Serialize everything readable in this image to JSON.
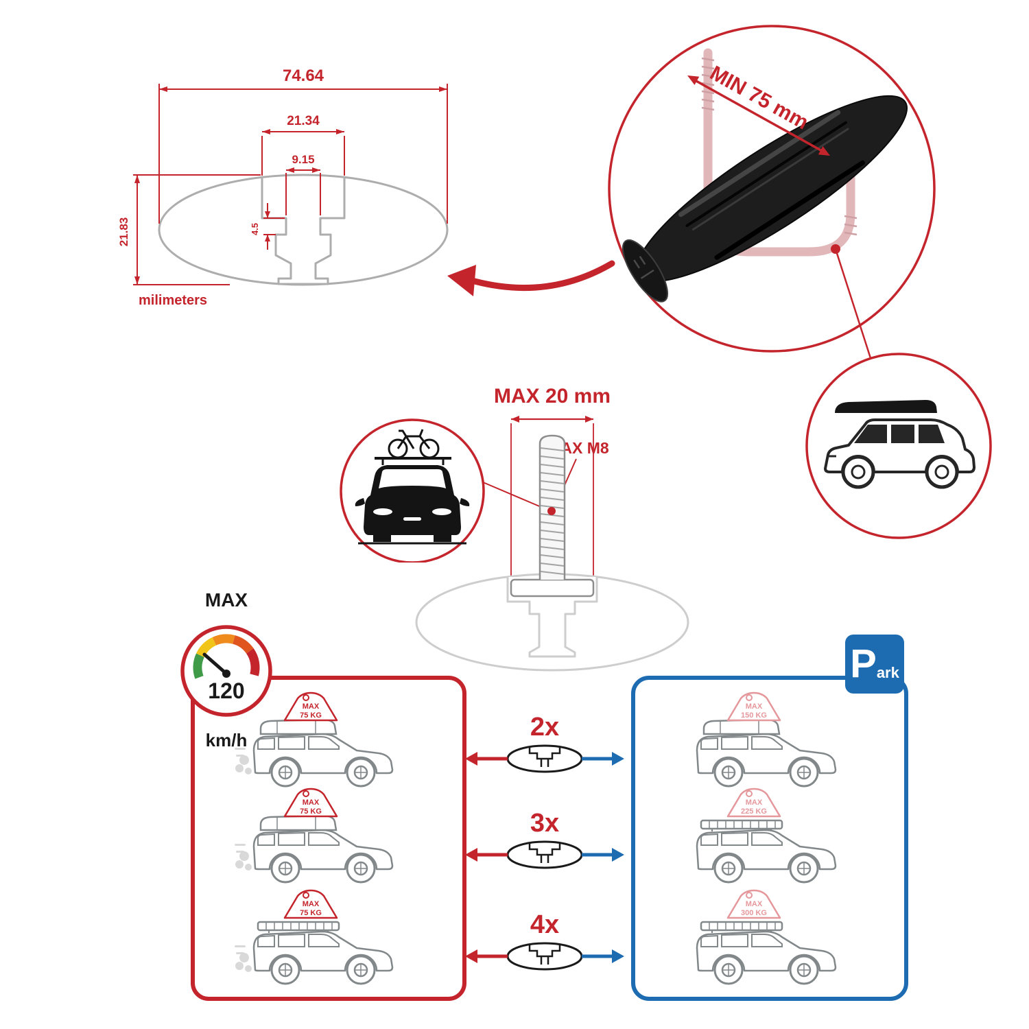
{
  "colors": {
    "red": "#C4242B",
    "blue": "#1D6BB0",
    "faded_red": "#E5989C",
    "gray_profile": "#ADADAD",
    "black": "#1A1A1A"
  },
  "cross_section": {
    "total_width": "74.64",
    "channel_width": "21.34",
    "slot_width": "9.15",
    "slot_depth": "4.5",
    "height": "21.83",
    "units_label": "milimeters"
  },
  "bar_detail": {
    "min_span_label": "MIN 75 mm"
  },
  "bolt_detail": {
    "max_width_label": "MAX 20 mm",
    "max_thread_label": "MAX M8"
  },
  "speed": {
    "label": "MAX",
    "value": "120",
    "units": "km/h"
  },
  "park": {
    "p": "P",
    "ark": "ark"
  },
  "load_rows": [
    {
      "qty": "2x",
      "left": {
        "l1": "MAX",
        "l2": "75 KG"
      },
      "right": {
        "l1": "MAX",
        "l2": "150 KG"
      }
    },
    {
      "qty": "3x",
      "left": {
        "l1": "MAX",
        "l2": "75 KG"
      },
      "right": {
        "l1": "MAX",
        "l2": "225 KG"
      }
    },
    {
      "qty": "4x",
      "left": {
        "l1": "MAX",
        "l2": "75 KG"
      },
      "right": {
        "l1": "MAX",
        "l2": "300 KG"
      }
    }
  ]
}
